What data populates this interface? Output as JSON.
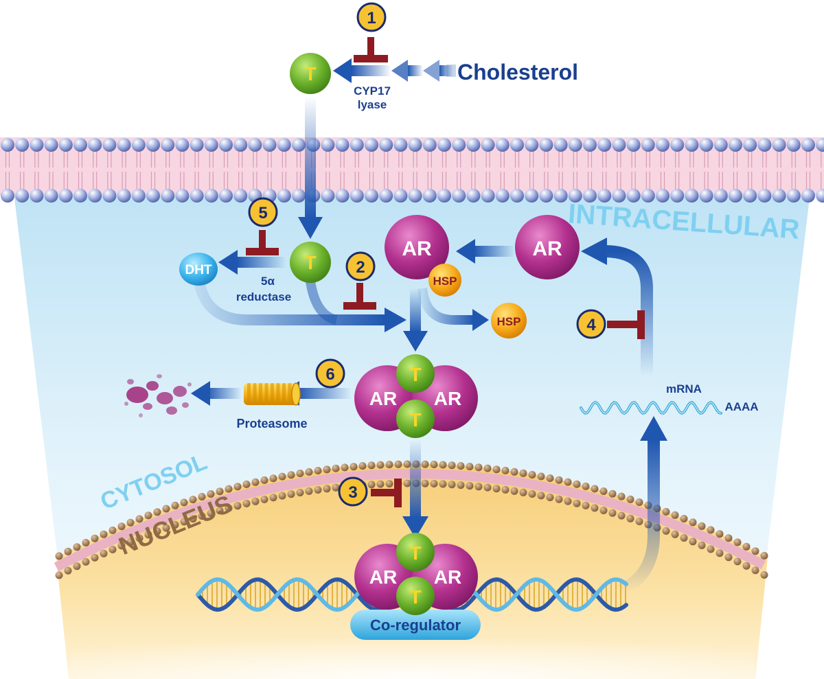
{
  "labels": {
    "cholesterol": "Cholesterol",
    "cyp17_line1": "CYP17",
    "cyp17_line2": "lyase",
    "dht": "DHT",
    "alpha_line1": "5α",
    "alpha_line2": "reductase",
    "intracellular": "INTRACELLULAR",
    "cytosol": "CYTOSOL",
    "nucleus": "NUCLEUS",
    "proteasome": "Proteasome",
    "mrna": "mRNA",
    "polya": "AAAA",
    "coregulator": "Co-regulator"
  },
  "molecules": {
    "testosterone": "T",
    "androgen_receptor": "AR",
    "heat_shock_protein": "HSP"
  },
  "steps": [
    "1",
    "2",
    "3",
    "4",
    "5",
    "6"
  ],
  "colors": {
    "arrow_blue": "#1f56b0",
    "inhibitor_red": "#8e1b22",
    "ar_magenta": "#b02a8e",
    "t_green": "#6db52e",
    "hsp_orange": "#f2a81d",
    "step_yellow": "#f6c232",
    "label_navy": "#1a3f8f",
    "region_light_blue": "#7fd0f0",
    "nucleus_brown": "#8f6a45"
  }
}
